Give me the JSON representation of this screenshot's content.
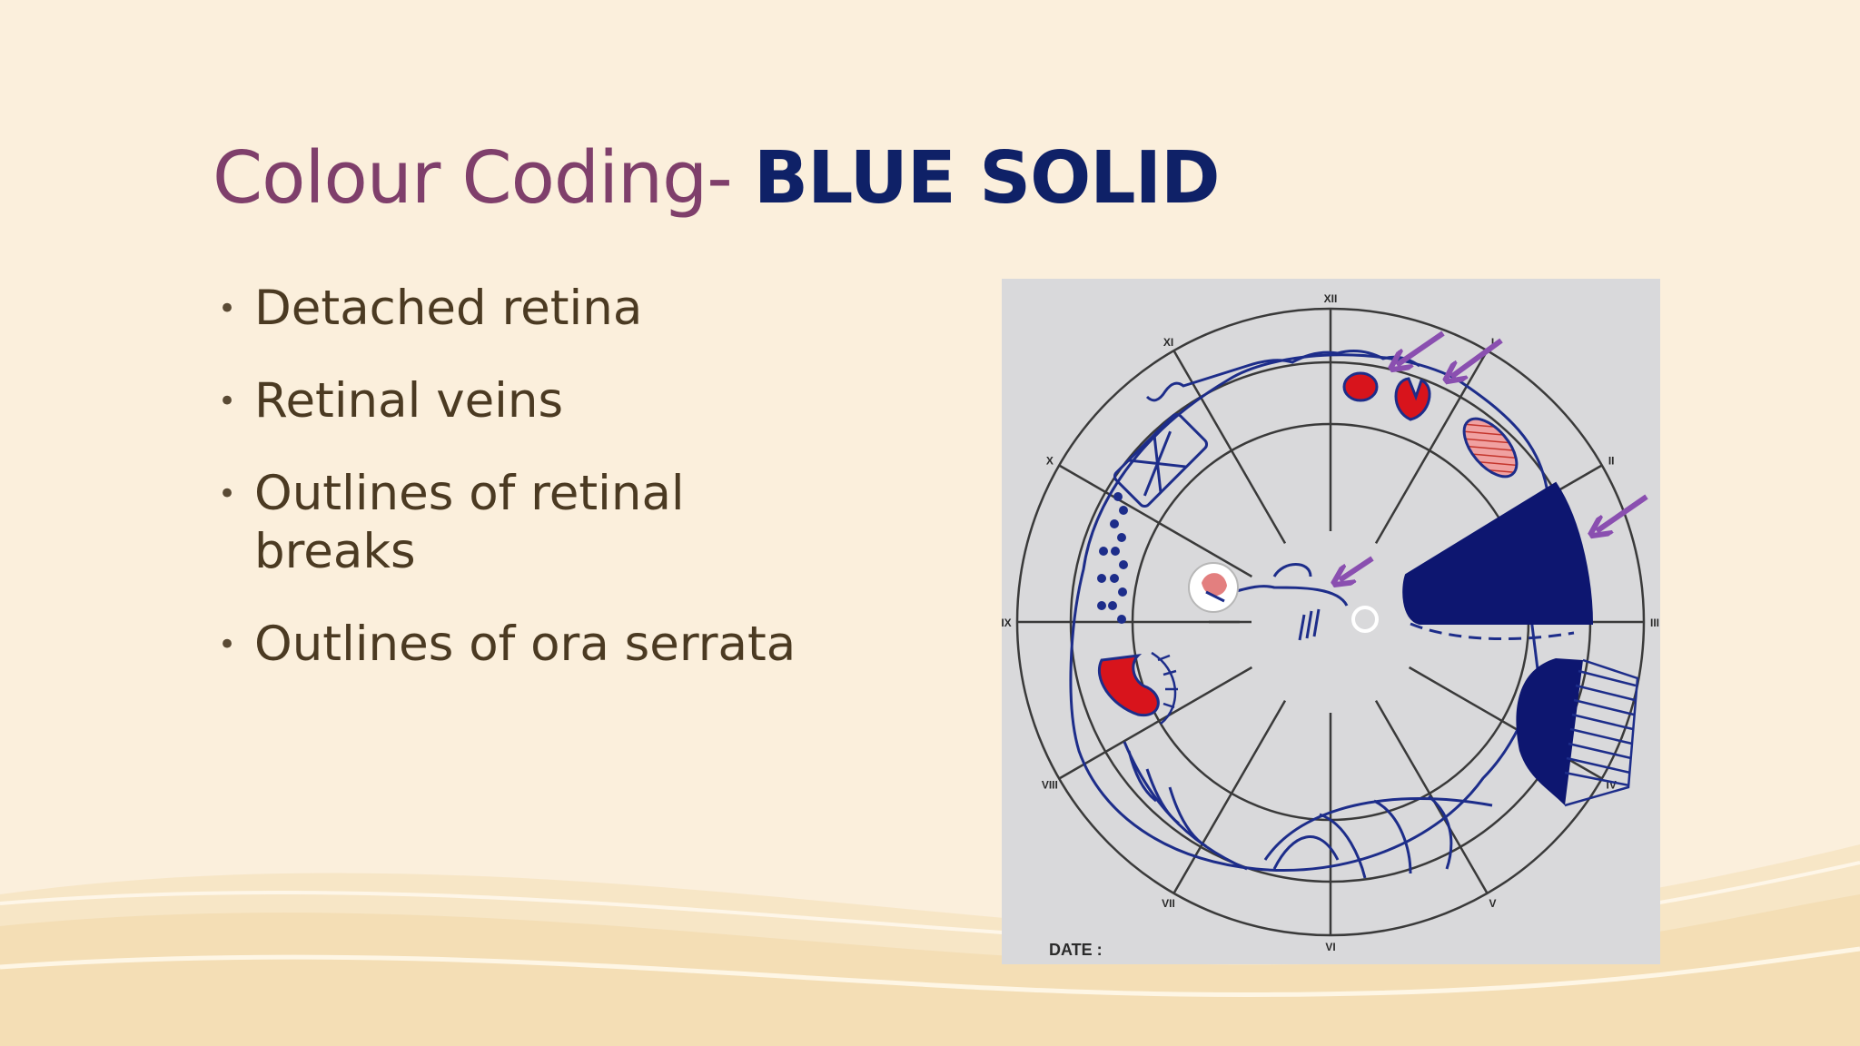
{
  "slide": {
    "title_prefix": "Colour Coding- ",
    "title_emphasis": "BLUE SOLID",
    "bullets": [
      "Detached retina",
      "Retinal veins",
      "Outlines of retinal breaks",
      "Outlines of ora serrata"
    ]
  },
  "fundus_chart": {
    "clock_labels": [
      "XII",
      "I",
      "II",
      "III",
      "IV",
      "V",
      "VI",
      "VII",
      "VIII",
      "IX",
      "X",
      "XI"
    ],
    "date_label": "DATE :",
    "colors": {
      "blue": "#1d2d8a",
      "solid_blue": "#0d1670",
      "red": "#d8141c",
      "arrow": "#8a4fb0",
      "stripe": "#f0a1a1",
      "lines": "#3a3a3a",
      "panel": "#d9d9db"
    }
  }
}
